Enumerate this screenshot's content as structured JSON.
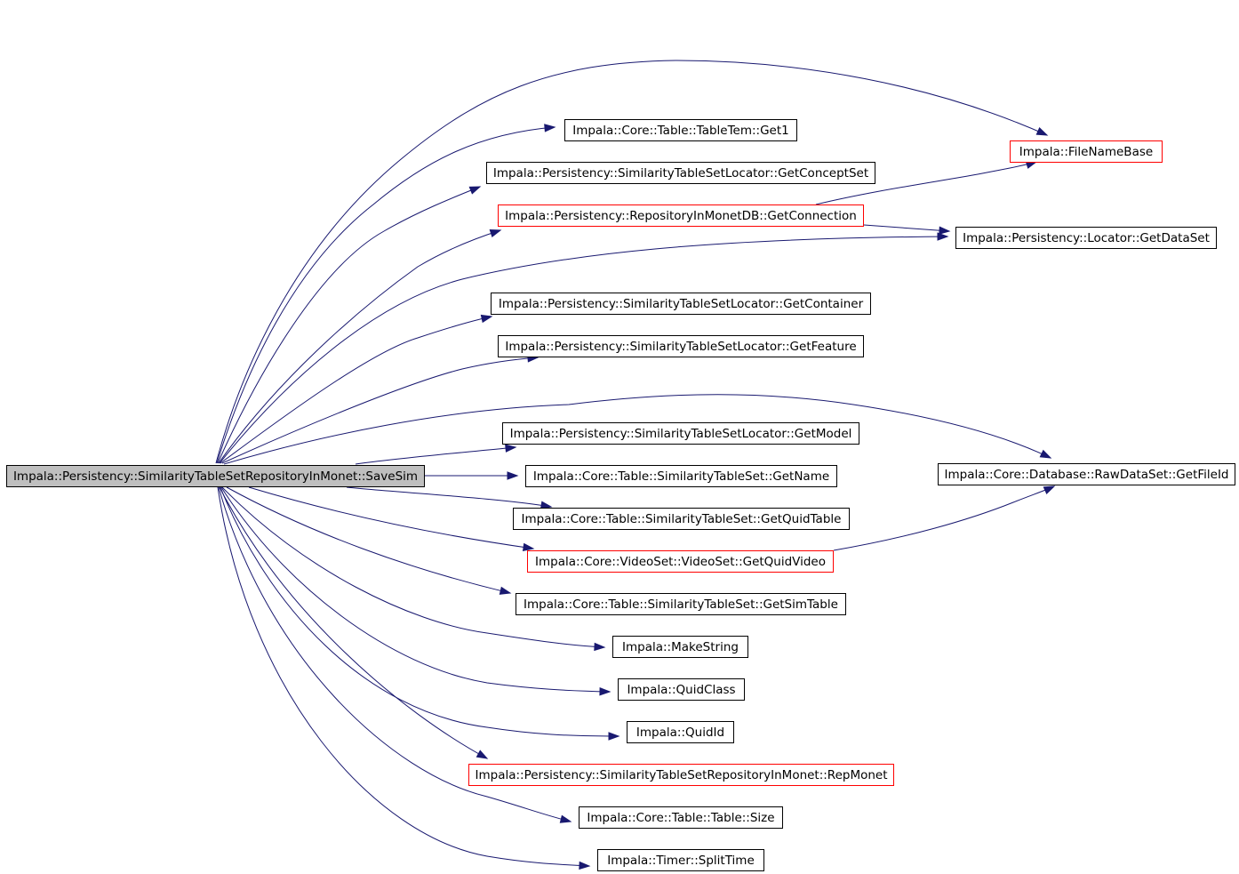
{
  "graph": {
    "colors": {
      "edge": "#191970",
      "root_fill": "#bfbfbf",
      "root_border": "#000000",
      "node_fill": "#ffffff",
      "node_border": "#000000",
      "truncated_border": "#ff0000"
    },
    "nodes": [
      {
        "id": "savesim",
        "label": "Impala::Persistency::SimilarityTableSetRepositoryInMonet::SaveSim",
        "style": "root"
      },
      {
        "id": "get1",
        "label": "Impala::Core::Table::TableTem::Get1",
        "style": "normal"
      },
      {
        "id": "getconceptset",
        "label": "Impala::Persistency::SimilarityTableSetLocator::GetConceptSet",
        "style": "normal"
      },
      {
        "id": "getconnection",
        "label": "Impala::Persistency::RepositoryInMonetDB::GetConnection",
        "style": "truncated"
      },
      {
        "id": "getcontainer",
        "label": "Impala::Persistency::SimilarityTableSetLocator::GetContainer",
        "style": "normal"
      },
      {
        "id": "getfeature",
        "label": "Impala::Persistency::SimilarityTableSetLocator::GetFeature",
        "style": "normal"
      },
      {
        "id": "getmodel",
        "label": "Impala::Persistency::SimilarityTableSetLocator::GetModel",
        "style": "normal"
      },
      {
        "id": "getname",
        "label": "Impala::Core::Table::SimilarityTableSet::GetName",
        "style": "normal"
      },
      {
        "id": "getquidtable",
        "label": "Impala::Core::Table::SimilarityTableSet::GetQuidTable",
        "style": "normal"
      },
      {
        "id": "getquidvideo",
        "label": "Impala::Core::VideoSet::VideoSet::GetQuidVideo",
        "style": "truncated"
      },
      {
        "id": "getsimtable",
        "label": "Impala::Core::Table::SimilarityTableSet::GetSimTable",
        "style": "normal"
      },
      {
        "id": "makestring",
        "label": "Impala::MakeString",
        "style": "normal"
      },
      {
        "id": "quidclass",
        "label": "Impala::QuidClass",
        "style": "normal"
      },
      {
        "id": "quidid",
        "label": "Impala::QuidId",
        "style": "normal"
      },
      {
        "id": "repmonet",
        "label": "Impala::Persistency::SimilarityTableSetRepositoryInMonet::RepMonet",
        "style": "truncated"
      },
      {
        "id": "size",
        "label": "Impala::Core::Table::Table::Size",
        "style": "normal"
      },
      {
        "id": "splittime",
        "label": "Impala::Timer::SplitTime",
        "style": "normal"
      },
      {
        "id": "filenamebase",
        "label": "Impala::FileNameBase",
        "style": "truncated"
      },
      {
        "id": "getdataset",
        "label": "Impala::Persistency::Locator::GetDataSet",
        "style": "normal"
      },
      {
        "id": "getfileid",
        "label": "Impala::Core::Database::RawDataSet::GetFileId",
        "style": "normal"
      }
    ],
    "edges": [
      {
        "from": "savesim",
        "to": "filenamebase"
      },
      {
        "from": "savesim",
        "to": "get1"
      },
      {
        "from": "savesim",
        "to": "getconceptset"
      },
      {
        "from": "savesim",
        "to": "getconnection"
      },
      {
        "from": "savesim",
        "to": "getdataset"
      },
      {
        "from": "savesim",
        "to": "getcontainer"
      },
      {
        "from": "savesim",
        "to": "getfeature"
      },
      {
        "from": "savesim",
        "to": "getfileid"
      },
      {
        "from": "savesim",
        "to": "getmodel"
      },
      {
        "from": "savesim",
        "to": "getname"
      },
      {
        "from": "savesim",
        "to": "getquidtable"
      },
      {
        "from": "savesim",
        "to": "getquidvideo"
      },
      {
        "from": "savesim",
        "to": "getsimtable"
      },
      {
        "from": "savesim",
        "to": "makestring"
      },
      {
        "from": "savesim",
        "to": "quidclass"
      },
      {
        "from": "savesim",
        "to": "quidid"
      },
      {
        "from": "savesim",
        "to": "repmonet"
      },
      {
        "from": "savesim",
        "to": "size"
      },
      {
        "from": "savesim",
        "to": "splittime"
      },
      {
        "from": "getconceptset",
        "to": "filenamebase"
      },
      {
        "from": "getconnection",
        "to": "getdataset"
      },
      {
        "from": "getquidvideo",
        "to": "getfileid"
      }
    ]
  }
}
